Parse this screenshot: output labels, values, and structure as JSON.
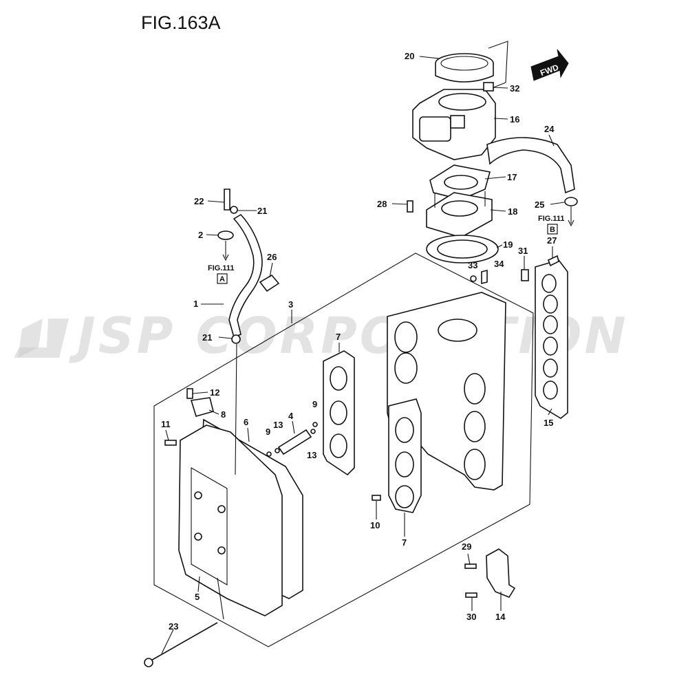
{
  "figure": {
    "title": "FIG.163A",
    "watermark": "JSP CORPORATION",
    "fwd_label": "FWD"
  },
  "callouts": [
    {
      "id": "c-20",
      "label": "20"
    },
    {
      "id": "c-32",
      "label": "32"
    },
    {
      "id": "c-16",
      "label": "16"
    },
    {
      "id": "c-24",
      "label": "24"
    },
    {
      "id": "c-17",
      "label": "17"
    },
    {
      "id": "c-28",
      "label": "28"
    },
    {
      "id": "c-18",
      "label": "18"
    },
    {
      "id": "c-25",
      "label": "25"
    },
    {
      "id": "c-19",
      "label": "19"
    },
    {
      "id": "c-27",
      "label": "27"
    },
    {
      "id": "c-31",
      "label": "31"
    },
    {
      "id": "c-33",
      "label": "33"
    },
    {
      "id": "c-34",
      "label": "34"
    },
    {
      "id": "c-22",
      "label": "22"
    },
    {
      "id": "c-21a",
      "label": "21"
    },
    {
      "id": "c-2",
      "label": "2"
    },
    {
      "id": "c-26",
      "label": "26"
    },
    {
      "id": "c-1",
      "label": "1"
    },
    {
      "id": "c-3",
      "label": "3"
    },
    {
      "id": "c-21b",
      "label": "21"
    },
    {
      "id": "c-7a",
      "label": "7"
    },
    {
      "id": "c-12",
      "label": "12"
    },
    {
      "id": "c-8",
      "label": "8"
    },
    {
      "id": "c-11",
      "label": "11"
    },
    {
      "id": "c-6",
      "label": "6"
    },
    {
      "id": "c-9a",
      "label": "9"
    },
    {
      "id": "c-13a",
      "label": "13"
    },
    {
      "id": "c-4",
      "label": "4"
    },
    {
      "id": "c-9b",
      "label": "9"
    },
    {
      "id": "c-13b",
      "label": "13"
    },
    {
      "id": "c-15",
      "label": "15"
    },
    {
      "id": "c-10",
      "label": "10"
    },
    {
      "id": "c-7b",
      "label": "7"
    },
    {
      "id": "c-29",
      "label": "29"
    },
    {
      "id": "c-5",
      "label": "5"
    },
    {
      "id": "c-30",
      "label": "30"
    },
    {
      "id": "c-14",
      "label": "14"
    },
    {
      "id": "c-23",
      "label": "23"
    }
  ],
  "references": [
    {
      "id": "ref-fig111-a",
      "fig": "FIG.111",
      "letter": "A"
    },
    {
      "id": "ref-fig111-b",
      "fig": "FIG.111",
      "letter": "B"
    }
  ]
}
